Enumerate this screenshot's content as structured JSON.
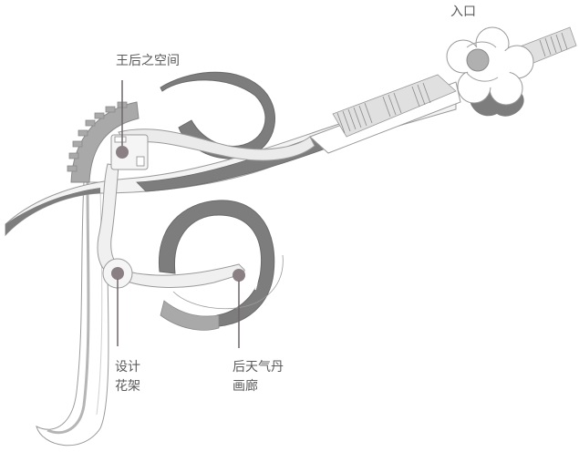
{
  "labels": {
    "entrance": "入口",
    "queen_space": "王后之空间",
    "design_trellis": [
      "设计",
      "花架"
    ],
    "gallery": [
      "后天气丹",
      "画廊"
    ]
  },
  "colors": {
    "dark_ribbon": "#7d7d7d",
    "mid_ribbon": "#a9a9a9",
    "light_ribbon": "#e8e8e8",
    "outline": "#9a9a9a",
    "marker": "#8a7f82",
    "marker_line": "#6f6669",
    "text": "#5a5a5a"
  }
}
